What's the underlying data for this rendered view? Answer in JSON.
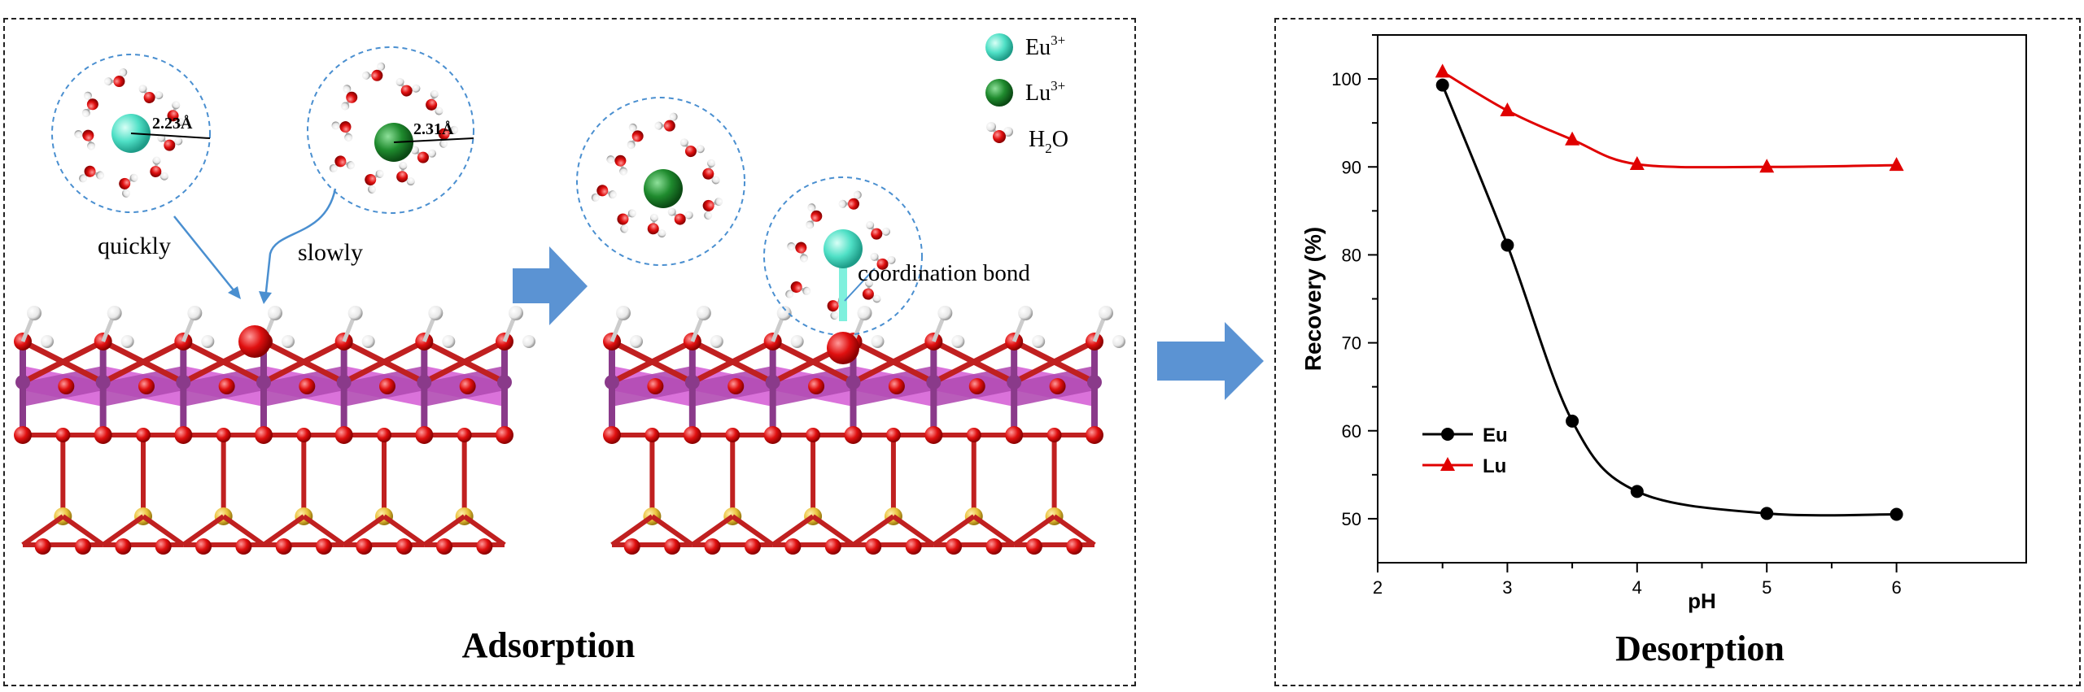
{
  "adsorption_panel": {
    "title": "Adsorption",
    "legend": [
      {
        "ion": "Eu",
        "superscript": "3+",
        "color": "#4fe0c6"
      },
      {
        "ion": "Lu",
        "superscript": "3+",
        "color": "#1f8b2e"
      },
      {
        "ion": "H",
        "subscript": "2",
        "suffix": "O"
      }
    ],
    "eu_hydration_radius": "2.23Å",
    "lu_hydration_radius": "2.31Å",
    "label_quickly": "quickly",
    "label_slowly": "slowly",
    "label_coordination_bond": "coordination bond"
  },
  "desorption_panel": {
    "title": "Desorption"
  },
  "colors": {
    "eu": "#4fe0c6",
    "lu": "#1f8b2e",
    "oxygen": "#e01010",
    "metal": "#d86ad8",
    "metal_dark": "#8a3a8a",
    "silicon": "#e8c03a",
    "hydrogen": "#f2f2f2",
    "arrow": "#5b93d3",
    "eu_series": "#000000",
    "lu_series": "#e00000"
  },
  "chart_data": {
    "type": "line",
    "x": [
      2.5,
      3,
      3.5,
      4,
      5,
      6
    ],
    "series": [
      {
        "name": "Eu",
        "marker": "circle",
        "color": "#000000",
        "values": [
          99.3,
          81.1,
          61.1,
          53.1,
          50.6,
          50.5
        ]
      },
      {
        "name": "Lu",
        "marker": "triangle",
        "color": "#e00000",
        "values": [
          100.8,
          96.4,
          93.1,
          90.3,
          90.0,
          90.2
        ]
      }
    ],
    "xlabel": "pH",
    "ylabel": "Recovery (%)",
    "xlim": [
      2,
      7
    ],
    "ylim": [
      45,
      105
    ],
    "xticks": [
      2,
      3,
      4,
      5,
      6
    ],
    "yticks": [
      50,
      60,
      70,
      80,
      90,
      100
    ],
    "grid": false,
    "legend_position": "bottom-left"
  }
}
